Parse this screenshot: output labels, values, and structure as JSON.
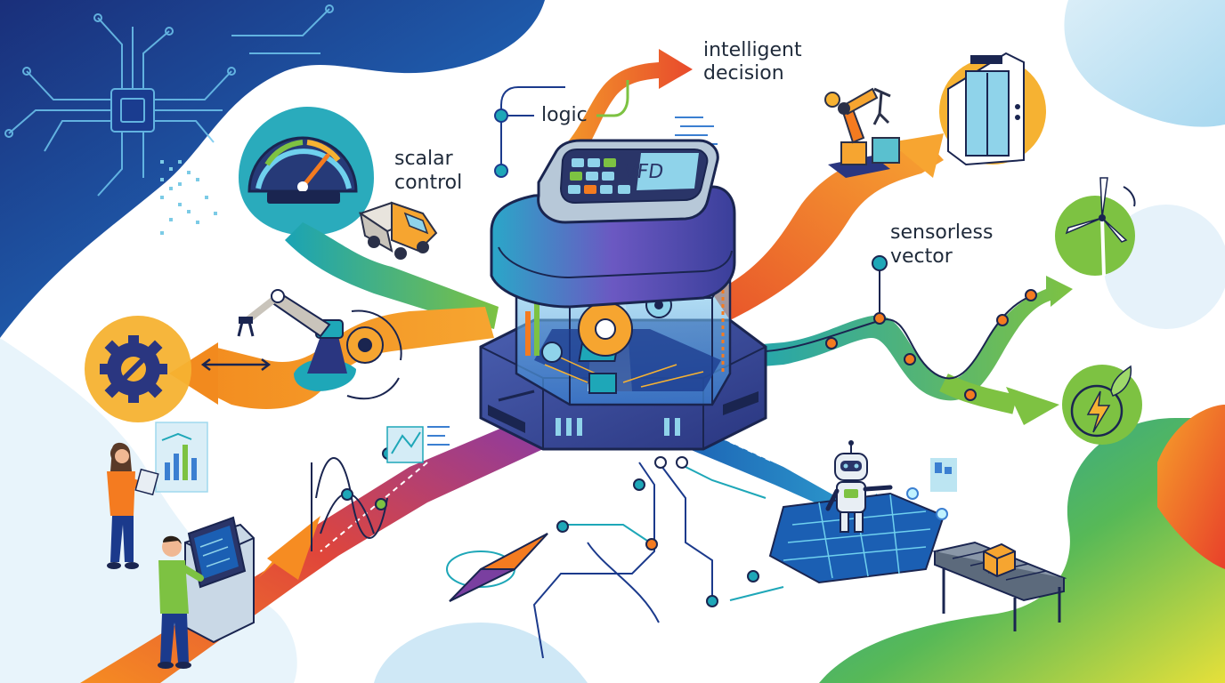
{
  "labels": {
    "intelligent": "intelligent",
    "decision": "decision",
    "logic": "logic",
    "scalar": "scalar",
    "control": "control",
    "sensorless": "sensorless",
    "vector": "vector"
  },
  "device": {
    "screen_text": "VFD"
  },
  "colors": {
    "navy": "#1b3a8c",
    "teal": "#1ea7b8",
    "green": "#7dc242",
    "orange": "#f47b20",
    "purple": "#7a3fa0",
    "yellow": "#f6b232"
  },
  "icons": [
    "circuit-chip-icon",
    "speedometer-icon",
    "truck-icon",
    "robot-arm-icon",
    "gear-wrench-icon",
    "elevator-icon",
    "wind-turbine-icon",
    "leaf-energy-icon",
    "robot-icon",
    "conveyor-box-icon",
    "person-tablet-icon",
    "person-kiosk-icon",
    "compass-icon"
  ]
}
